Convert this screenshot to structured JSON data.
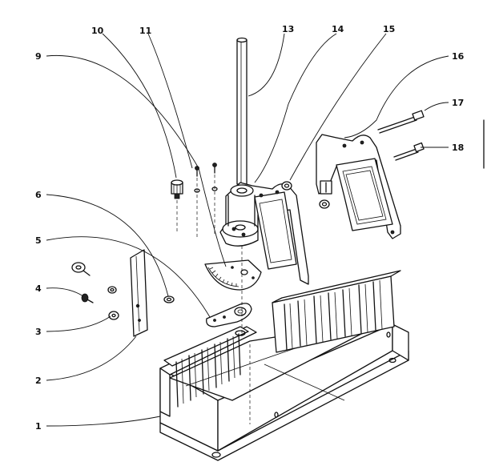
{
  "callouts": [
    {
      "id": "1",
      "label": "1"
    },
    {
      "id": "2",
      "label": "2"
    },
    {
      "id": "3",
      "label": "3"
    },
    {
      "id": "4",
      "label": "4"
    },
    {
      "id": "5",
      "label": "5"
    },
    {
      "id": "6",
      "label": "6"
    },
    {
      "id": "9",
      "label": "9"
    },
    {
      "id": "10",
      "label": "10"
    },
    {
      "id": "11",
      "label": "11"
    },
    {
      "id": "13",
      "label": "13"
    },
    {
      "id": "14",
      "label": "14"
    },
    {
      "id": "15",
      "label": "15"
    },
    {
      "id": "16",
      "label": "16"
    },
    {
      "id": "17",
      "label": "17"
    },
    {
      "id": "18",
      "label": "18"
    }
  ],
  "colors": {
    "ink": "#111111",
    "background": "#ffffff"
  }
}
